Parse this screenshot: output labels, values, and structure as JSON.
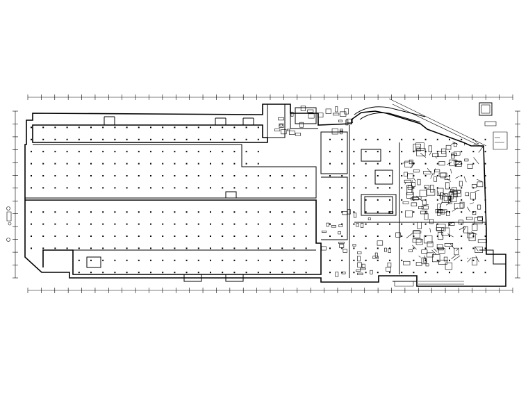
{
  "drawing": {
    "type": "architectural floor plan (ventilation / fire-protection layout)",
    "line_color": "#000000",
    "background": "#ffffff",
    "column_grid": {
      "bays_along_length": 36,
      "bays_along_depth": 13
    },
    "legible_text": []
  }
}
